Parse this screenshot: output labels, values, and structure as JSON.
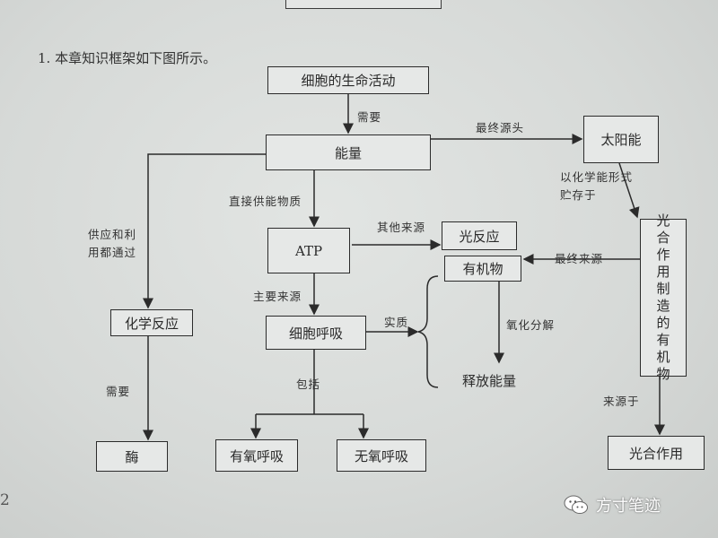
{
  "heading": "1. 本章知识框架如下图所示。",
  "page_number": "2",
  "nodes": {
    "cell_activity": "细胞的生命活动",
    "energy": "能量",
    "sun": "太阳能",
    "atp": "ATP",
    "light_reaction": "光反应",
    "organic": "有机物",
    "chem_reaction": "化学反应",
    "respiration": "细胞呼吸",
    "release_energy": "释放能量",
    "aerobic": "有氧呼吸",
    "anaerobic": "无氧呼吸",
    "enzyme": "酶",
    "photosynthesis": "光合作用",
    "photo_organic": "光合作用制造的有机物"
  },
  "edge_labels": {
    "need_top": "需要",
    "ultimate_source_sun": "最终源头",
    "direct_supply": "直接供能物质",
    "other_source": "其他来源",
    "supply_use": "供应和利用都通过",
    "chem_storage": "以化学能形式贮存于",
    "ultimate_source2": "最终来源",
    "main_source": "主要来源",
    "essence": "实质",
    "oxidation": "氧化分解",
    "include": "包括",
    "need_enzyme": "需要",
    "from": "来源于"
  },
  "watermark": {
    "icon": "wechat-icon",
    "text": "方寸笔迹"
  }
}
